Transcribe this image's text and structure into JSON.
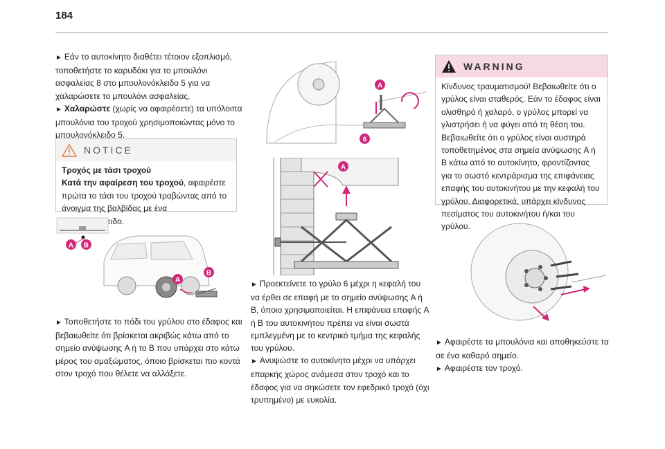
{
  "page_number": "184",
  "col1": {
    "p1": "Εάν το αυτοκίνητο διαθέτει τέτοιον εξοπλισμό, τοποθετήστε το καρυδάκι για το μπουλόνι ασφαλείας 8 στο μπουλονόκλειδο 5 για να χαλαρώσετε το μπουλόνι ασφαλείας.",
    "p2_bold": "Χαλαρώστε",
    "p2": " (χωρίς να αφαιρέσετε) τα υπόλοιπα μπουλόνια του τροχού χρησιμοποιώντας μόνο το μπουλονόκλειδο 5.",
    "p3": "Τοποθετήστε το πόδι του γρύλου στο έδαφος και βεβαιωθείτε ότι βρίσκεται ακριβώς κάτω από το σημείο ανύψωσης A ή το B που υπάρχει στο κάτω μέρος του αμαξώματος, όποιο βρίσκεται πιο κοντά στον τροχό που θέλετε να αλλάξετε."
  },
  "notice": {
    "title": "NOTICE",
    "heading": "Τροχός με τάσι τροχού",
    "subheading": "Κατά την αφαίρεση του τροχού",
    "body": ", αφαιρέστε πρώτα το τάσι του τροχού τραβώντας από το άνοιγμα της βαλβίδας με ένα μπουλονόκλειδο."
  },
  "col2": {
    "p1": "Προεκτείνετε το γρύλο 6 μέχρι η κεφαλή του να έρθει σε επαφή με το σημείο ανύψωσης A ή B, όποιο χρησιμοποιείται. Η επιφάνεια επαφής A ή B του αυτοκινήτου πρέπει να είναι σωστά εμπλεγμένη με το κεντρικό τμήμα της κεφαλής του γρύλου.",
    "p2": "Ανυψώστε το αυτοκίνητο μέχρι να υπάρχει επαρκής χώρος ανάμεσα στον τροχό και το έδαφος για να σηκώσετε τον εφεδρικό τροχό (όχι τρυπημένο) με ευκολία."
  },
  "warning": {
    "title": "WARNING",
    "body": "Κίνδυνος τραυματισμού! Βεβαιωθείτε ότι ο γρύλος είναι σταθερός. Εάν το έδαφος είναι ολισθηρό ή χαλαρό, ο γρύλος μπορεί να γλιστρήσει ή να φύγει από τη θέση του. Βεβαιωθείτε ότι ο γρύλος είναι αυστηρά τοποθετημένος στα σημεία ανύψωσης A ή B κάτω από το αυτοκίνητο, φροντίζοντας για το σωστό κεντράρισμα της επιφάνειας επαφής του αυτοκινήτου με την κεφαλή του γρύλου. Διαφορετικά, υπάρχει κίνδυνος πεσίματος του αυτοκινήτου ή/και του γρύλου."
  },
  "col3": {
    "p1": "Αφαιρέστε τα μπουλόνια και αποθηκεύστε τα σε ένα καθαρό σημείο.",
    "p2": "Αφαιρέστε τον τροχό."
  },
  "labels": {
    "a": "A",
    "b": "B",
    "six": "6"
  },
  "colors": {
    "accent": "#d0287a",
    "warning_bg": "#f6d9e4",
    "notice_bg": "#f3f3f3"
  }
}
